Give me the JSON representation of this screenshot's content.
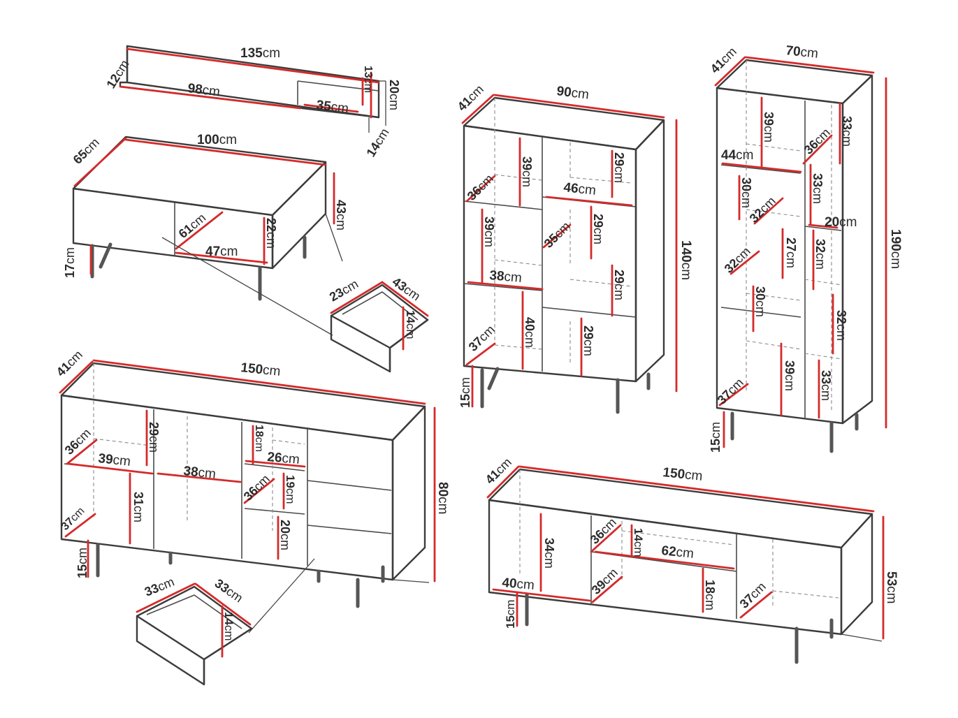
{
  "unit": "cm",
  "colors": {
    "dimension": "#d42a2a",
    "outline": "#3c3c3c",
    "hidden": "#8a8a8a"
  },
  "wall_shelf": {
    "width": "135",
    "depth": "12",
    "compartment_left": "98",
    "compartment_right": "35",
    "inner_height": "13",
    "height": "20",
    "top_height": "14"
  },
  "coffee_table": {
    "width": "100",
    "depth": "65",
    "height": "43",
    "leg_height": "17",
    "drawer_diagonal": "61",
    "drawer_width": "47",
    "drawer_height": "22"
  },
  "coffee_drawer": {
    "width": "23",
    "depth": "43",
    "height": "14"
  },
  "bookcase_90": {
    "width": "90",
    "depth": "41",
    "height": "140",
    "leg_height": "15",
    "shelf_h1": "39",
    "shelf_h2": "29",
    "shelf_w_top": "46",
    "depth_1": "36",
    "shelf_h3": "39",
    "depth_2": "35",
    "shelf_h4": "29",
    "shelf_w_mid": "38",
    "shelf_h5": "29",
    "shelf_h6": "40",
    "depth_3": "37",
    "shelf_h7": "29"
  },
  "tall_cabinet_70": {
    "width": "70",
    "depth": "41",
    "height": "190",
    "leg_height": "15",
    "h_top_left": "39",
    "depth_top": "36",
    "h_top_right": "33",
    "w_left": "44",
    "h_l2": "30",
    "depth_l2": "32",
    "h_r2": "33",
    "w_right": "20",
    "depth_l3": "32",
    "h_l3": "27",
    "h_r3": "32",
    "h_l4": "30",
    "h_r4": "32",
    "depth_bottom": "37",
    "h_bottom_mid": "39",
    "h_bottom_right": "33"
  },
  "sideboard_150": {
    "width": "150",
    "depth": "41",
    "height": "80",
    "leg_height": "15",
    "depth_1": "36",
    "h_1": "29",
    "w_1": "39",
    "h_small": "18",
    "w_small": "26",
    "w_mid": "38",
    "depth_2": "36",
    "h_19": "19",
    "depth_3": "37",
    "h_31": "31",
    "h_20": "20"
  },
  "sideboard_drawer": {
    "width": "33",
    "depth": "33",
    "height": "14"
  },
  "tv_stand_150": {
    "width": "150",
    "depth": "41",
    "height": "53",
    "leg_height": "15",
    "depth_1": "36",
    "h_14": "14",
    "w_62": "62",
    "h_34": "34",
    "w_40": "40",
    "depth_2": "39",
    "h_18": "18",
    "depth_3": "37"
  }
}
